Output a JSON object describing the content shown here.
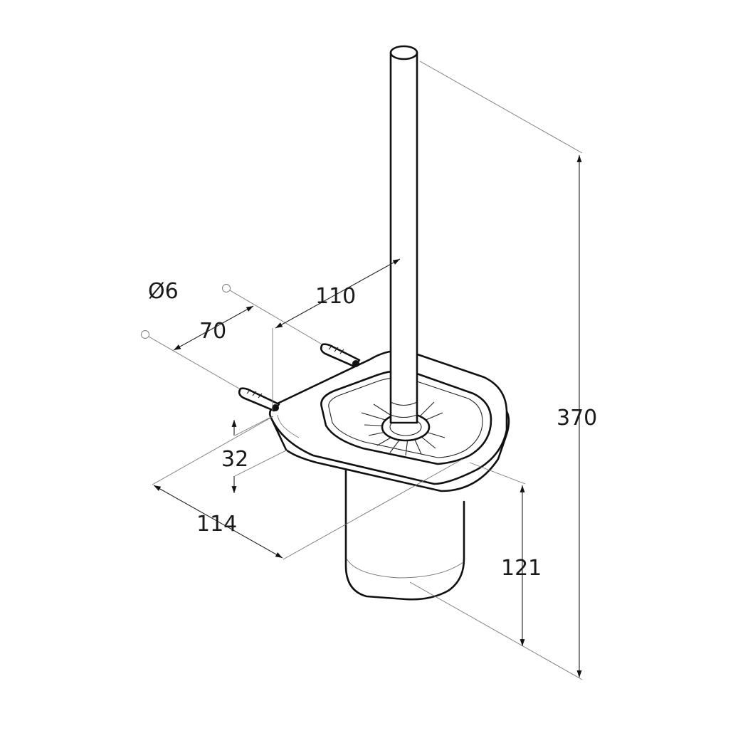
{
  "diagram": {
    "dimensions": {
      "total_height": "370",
      "cup_height": "121",
      "rod_offset": "110",
      "holder_width": "114",
      "mount_spacing": "70",
      "plate_thickness": "32",
      "screw_diameter": "Ø6"
    },
    "colors": {
      "line": "#111111",
      "background": "#ffffff"
    }
  }
}
